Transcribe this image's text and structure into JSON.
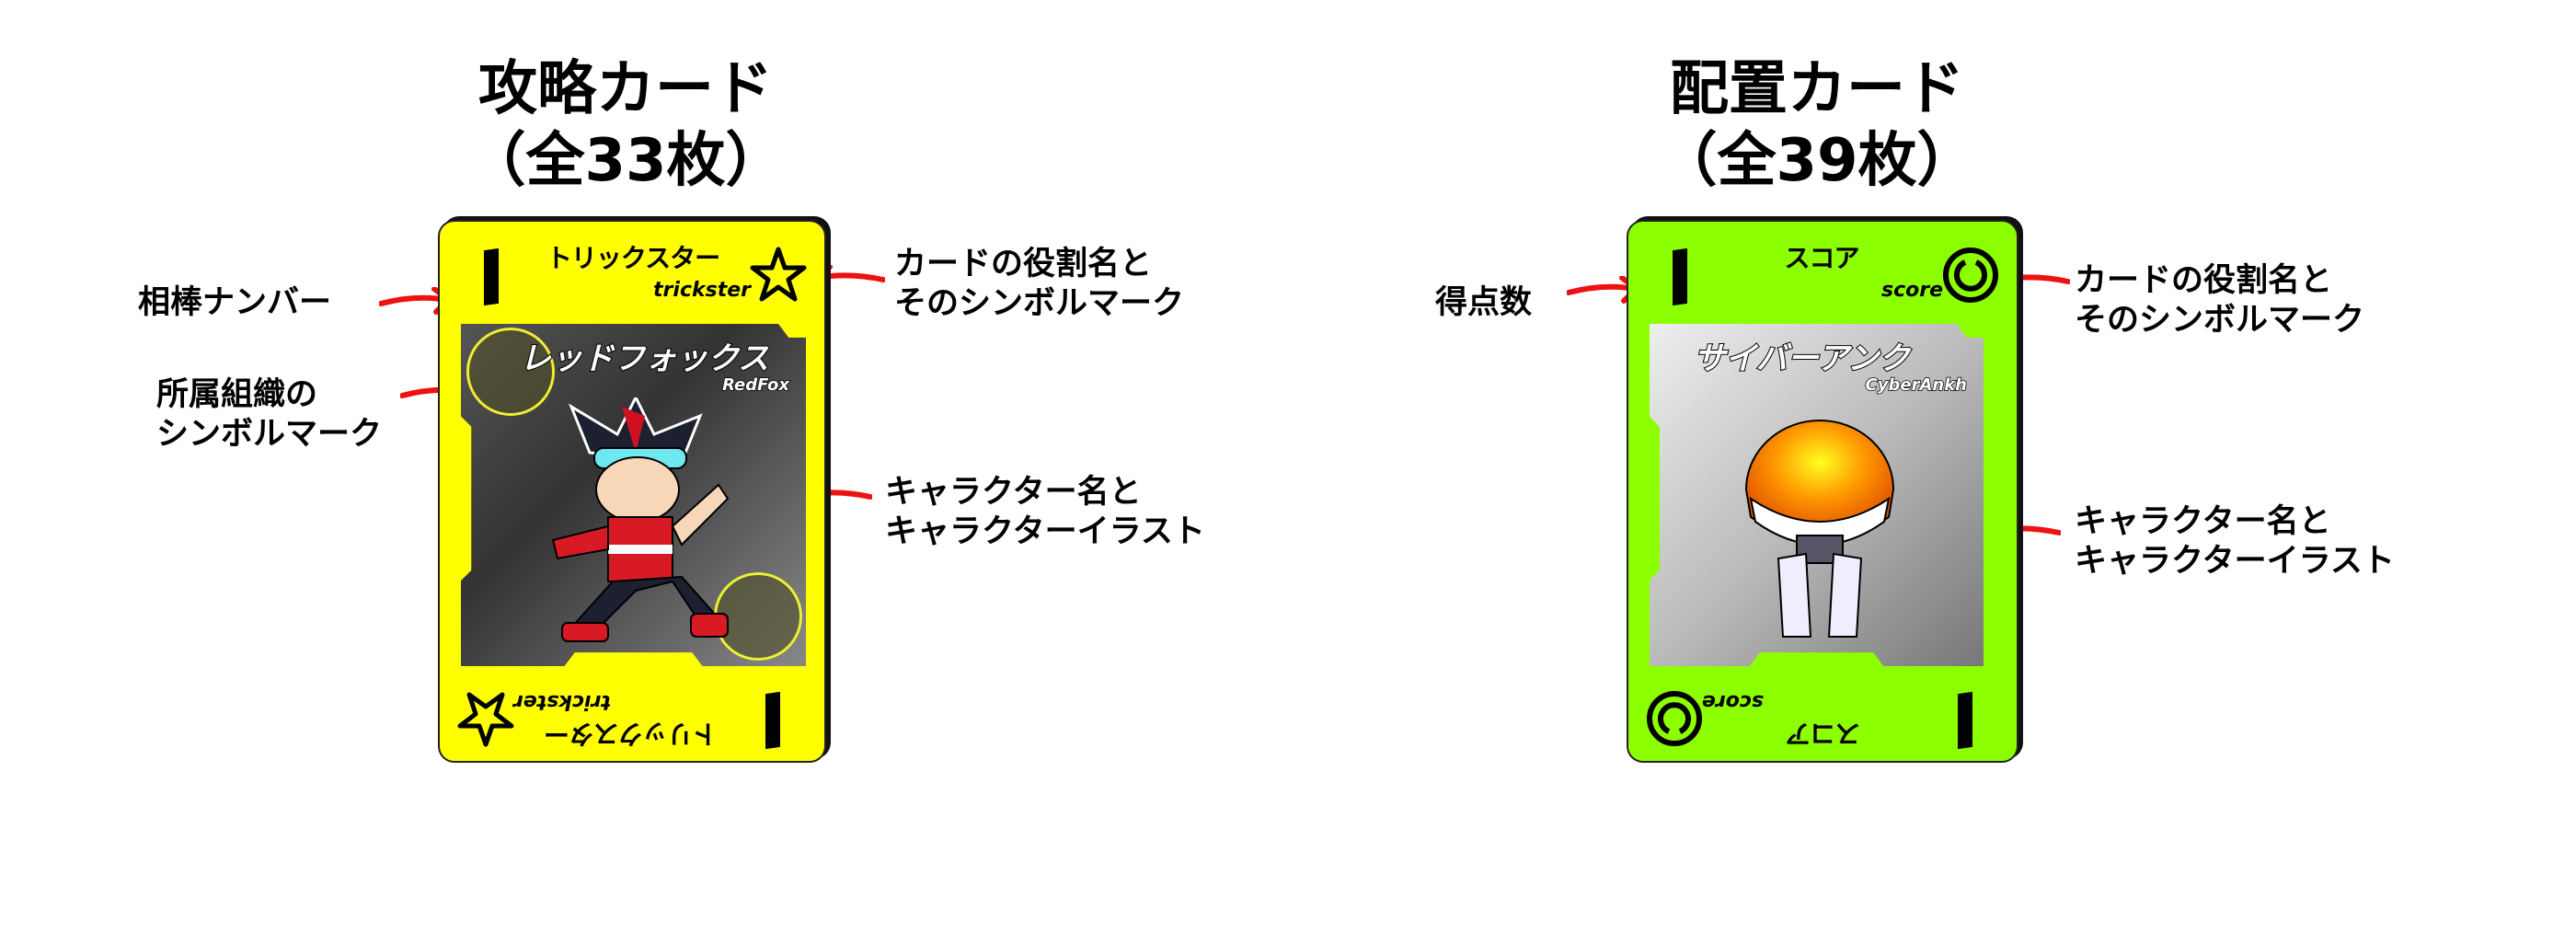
{
  "sections": [
    {
      "title_line1": "攻略カード",
      "title_line2": "（全33枚）",
      "card": {
        "color": "#ffff00",
        "number": "1",
        "role": "トリックスター",
        "role_en": "trickster",
        "symbol": "star-icon",
        "character": "レッドフォックス",
        "character_en": "RedFox"
      },
      "labels": {
        "number": "相棒ナンバー",
        "org_line1": "所属組織の",
        "org_line2": "シンボルマーク",
        "role_line1": "カードの役割名と",
        "role_line2": "そのシンボルマーク",
        "char_line1": "キャラクター名と",
        "char_line2": "キャラクターイラスト"
      }
    },
    {
      "title_line1": "配置カード",
      "title_line2": "（全39枚）",
      "card": {
        "color": "#8cff00",
        "number": "1",
        "role": "スコア",
        "role_en": "score",
        "symbol": "ring-icon",
        "character": "サイバーアンク",
        "character_en": "CyberAnkh"
      },
      "labels": {
        "number": "得点数",
        "role_line1": "カードの役割名と",
        "role_line2": "そのシンボルマーク",
        "char_line1": "キャラクター名と",
        "char_line2": "キャラクターイラスト"
      }
    }
  ],
  "colors": {
    "arrow": "#ee1111"
  }
}
